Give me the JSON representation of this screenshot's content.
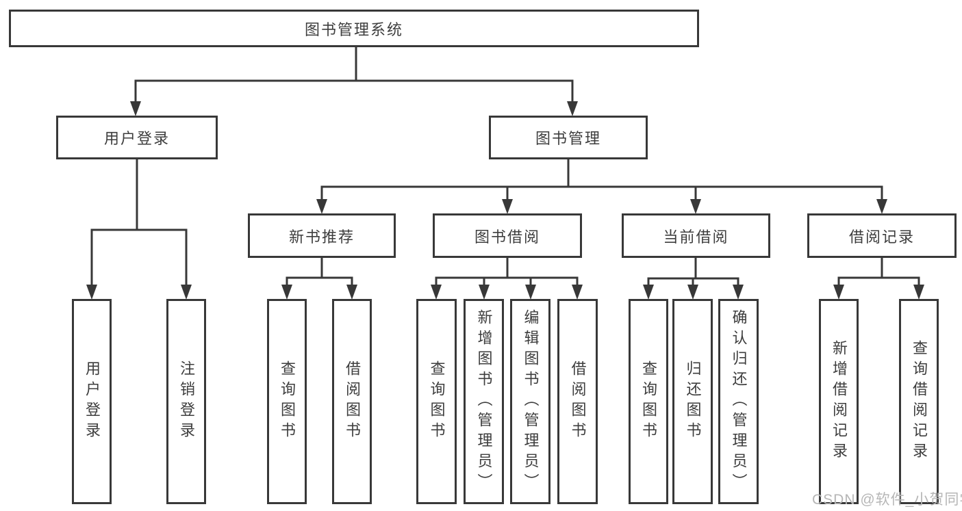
{
  "diagram": {
    "line_color": "#383838",
    "text_color": "#3d3d3d",
    "box_background": "#ffffff",
    "watermark_color": "#b6b6b6"
  },
  "nodes": {
    "root": {
      "label": "图书管理系统"
    },
    "user_login": {
      "label": "用户登录"
    },
    "book_management": {
      "label": "图书管理"
    },
    "new_book_recommend": {
      "label": "新书推荐"
    },
    "book_borrow": {
      "label": "图书借阅"
    },
    "current_borrow": {
      "label": "当前借阅"
    },
    "borrow_records": {
      "label": "借阅记录"
    },
    "leaf_user_login": {
      "label": "用户登录"
    },
    "leaf_logout": {
      "label": "注销登录"
    },
    "leaf_nbr_query": {
      "label": "查询图书"
    },
    "leaf_nbr_borrow": {
      "label": "借阅图书"
    },
    "leaf_bb_query": {
      "label": "查询图书"
    },
    "leaf_bb_add": {
      "label": "新增图书（管理员）"
    },
    "leaf_bb_edit": {
      "label": "编辑图书（管理员）"
    },
    "leaf_bb_borrow": {
      "label": "借阅图书"
    },
    "leaf_cb_query": {
      "label": "查询图书"
    },
    "leaf_cb_return": {
      "label": "归还图书"
    },
    "leaf_cb_confirm": {
      "label": "确认归还（管理员）"
    },
    "leaf_br_add": {
      "label": "新增借阅记录"
    },
    "leaf_br_query": {
      "label": "查询借阅记录"
    }
  },
  "hierarchy": {
    "图书管理系统": {
      "用户登录": [
        "用户登录",
        "注销登录"
      ],
      "图书管理": {
        "新书推荐": [
          "查询图书",
          "借阅图书"
        ],
        "图书借阅": [
          "查询图书",
          "新增图书（管理员）",
          "编辑图书（管理员）",
          "借阅图书"
        ],
        "当前借阅": [
          "查询图书",
          "归还图书",
          "确认归还（管理员）"
        ],
        "借阅记录": [
          "新增借阅记录",
          "查询借阅记录"
        ]
      }
    }
  },
  "watermark": {
    "text": "CSDN @软件_小贺同学"
  }
}
